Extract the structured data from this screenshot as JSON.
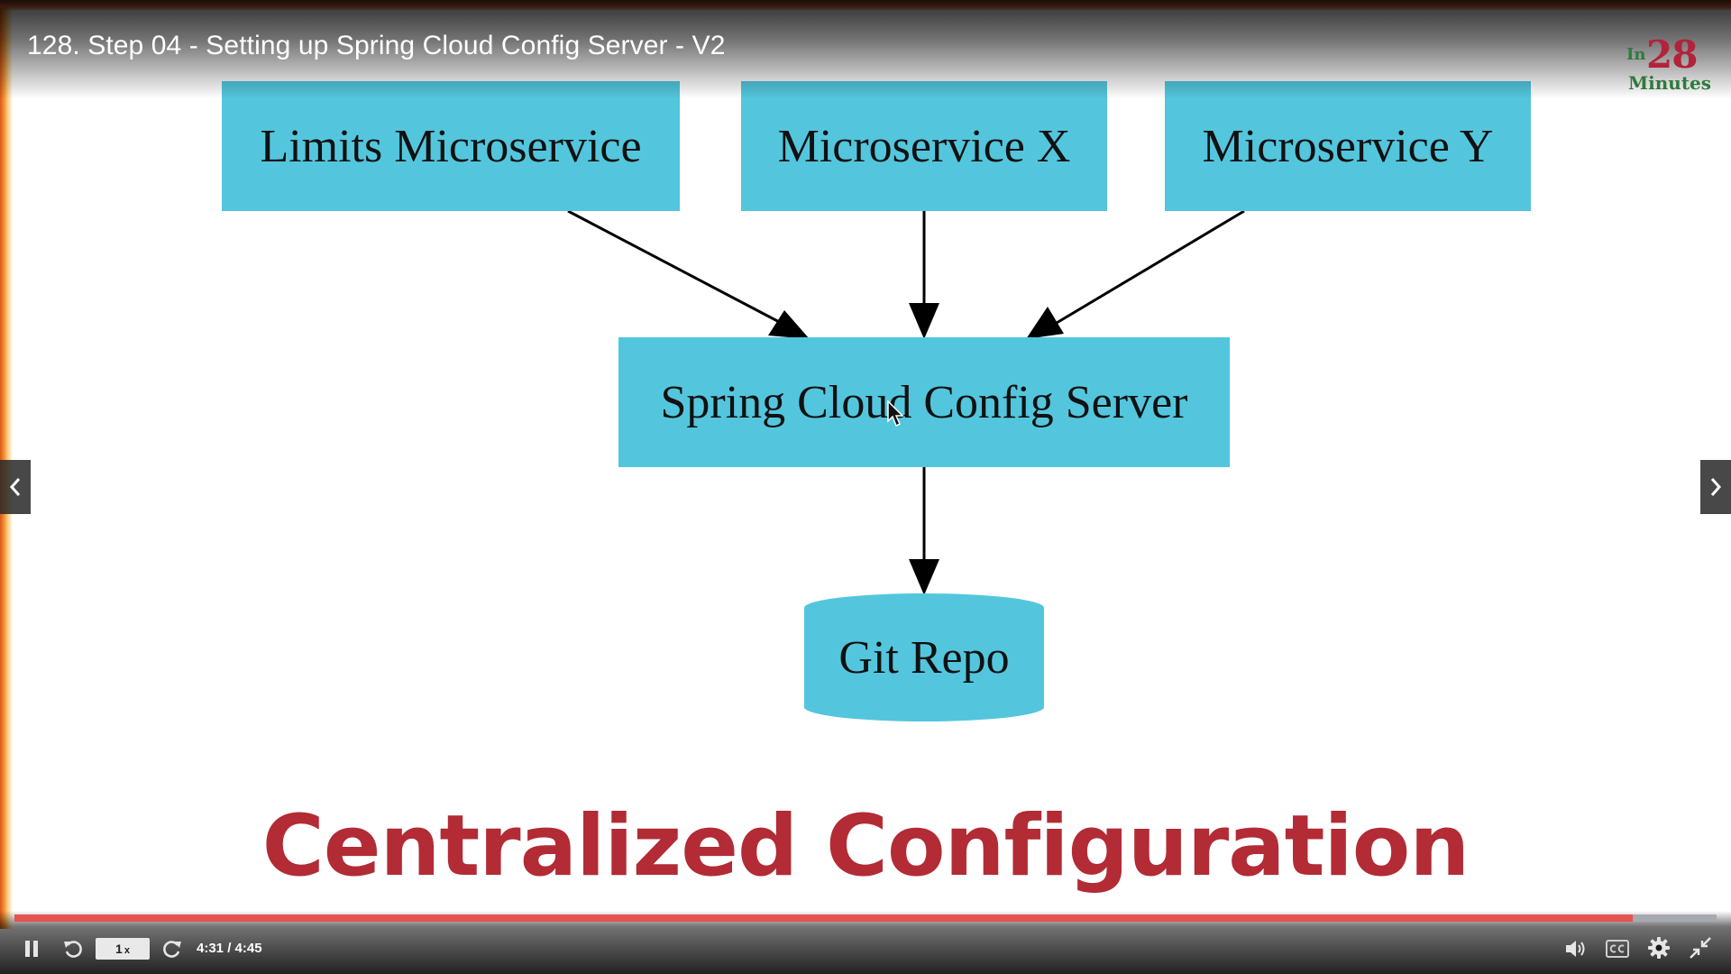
{
  "player": {
    "title": "128. Step 04 - Setting up Spring Cloud Config Server - V2",
    "logo": {
      "prefix": "In",
      "number": "28",
      "suffix": "Minutes"
    }
  },
  "slide": {
    "nodes": {
      "limits": "Limits Microservice",
      "x": "Microservice X",
      "y": "Microservice Y",
      "server": "Spring Cloud Config Server",
      "git": "Git Repo"
    },
    "edges": [
      {
        "from": "Limits Microservice",
        "to": "Spring Cloud Config Server"
      },
      {
        "from": "Microservice X",
        "to": "Spring Cloud Config Server"
      },
      {
        "from": "Microservice Y",
        "to": "Spring Cloud Config Server"
      },
      {
        "from": "Spring Cloud Config Server",
        "to": "Git Repo"
      }
    ],
    "caption": "Centralized Configuration"
  },
  "controls": {
    "speed": "1",
    "speed_suffix": "x",
    "time": "4:31 / 4:45",
    "progress_fraction": 0.9509
  },
  "icons": {
    "pause": "pause-icon",
    "rewind": "rewind-icon",
    "forward": "forward-icon",
    "volume": "volume-icon",
    "captions": "closed-captions-icon",
    "settings": "gear-icon",
    "fullscreen": "exit-fullscreen-icon",
    "prev": "chevron-left-icon",
    "next": "chevron-right-icon"
  },
  "colors": {
    "node_fill": "#53c6dd",
    "caption": "#b22b35",
    "progress": "#e4534e",
    "logo_red": "#b2233a",
    "logo_green": "#2f7a3c"
  }
}
